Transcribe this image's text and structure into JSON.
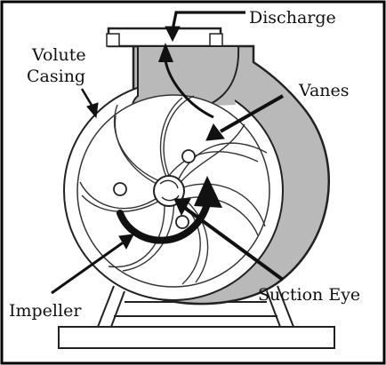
{
  "diagram": {
    "labels": {
      "discharge": "Discharge",
      "volute_line1": "Volute",
      "volute_line2": "Casing",
      "vanes": "Vanes",
      "impeller": "Impeller",
      "suction_eye": "Suction Eye"
    },
    "colors": {
      "outline": "#222222",
      "casing_fill": "#b9b9b9",
      "background": "#ffffff",
      "frame": "#000000"
    }
  }
}
